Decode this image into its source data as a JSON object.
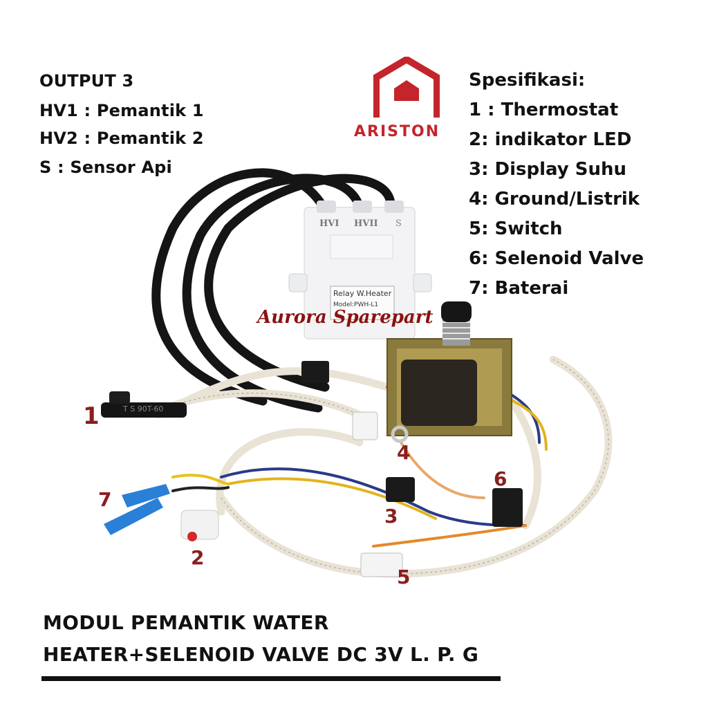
{
  "output_legend": {
    "heading": "OUTPUT 3",
    "items": [
      "HV1 : Pemantik 1",
      "HV2 : Pemantik 2",
      "S : Sensor Api"
    ]
  },
  "brand": {
    "name": "ARISTON",
    "color": "#c4242b",
    "icon": "house-logo-icon"
  },
  "spec_legend": {
    "heading": "Spesifikasi:",
    "items": [
      "1 : Thermostat",
      "2: indikator LED",
      "3: Display Suhu",
      "4: Ground/Listrik",
      "5: Switch",
      "6: Selenoid Valve",
      "7: Baterai"
    ]
  },
  "photo": {
    "watermark": "Aurora Sparepart",
    "module_labels": [
      "HVI",
      "HVII",
      "S",
      "Relay W.Heater",
      "Model:PWH-L1"
    ],
    "cable_print": "T S 90T-60",
    "callouts": [
      "1",
      "2",
      "3",
      "4",
      "5",
      "6",
      "7"
    ],
    "callout_color": "#8b1e1e"
  },
  "title": {
    "line1": "MODUL PEMANTIK WATER",
    "line2": "HEATER+SELENOID VALVE DC 3V L. P. G"
  }
}
